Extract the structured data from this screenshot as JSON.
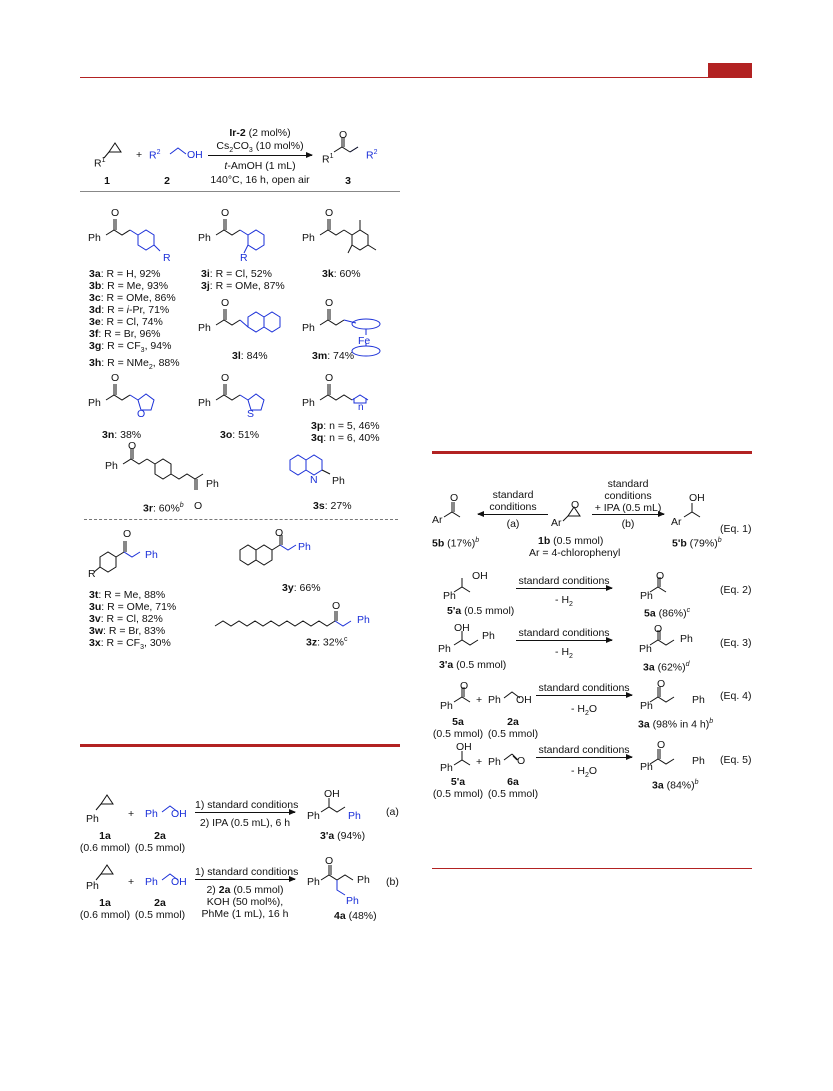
{
  "header": {
    "accent": "#b22222"
  },
  "scheme_top": {
    "reagent_num_1": "1",
    "reagent_num_2": "2",
    "product_num": "3",
    "plus": "+",
    "cond_line1_bold": "Ir-2",
    "cond_line1_rest": " (2 mol%)",
    "cond_line2": "Cs2CO3 (10 mol%)",
    "cond_line3": "t-AmOH (1 mL)",
    "cond_line4": "140°C, 16 h, open air"
  },
  "products_col1": [
    {
      "id": "3a",
      "text": ": R = H, 92%"
    },
    {
      "id": "3b",
      "text": ": R = Me, 93%"
    },
    {
      "id": "3c",
      "text": ": R = OMe, 86%"
    },
    {
      "id": "3d",
      "text": ": R = i-Pr, 71%"
    },
    {
      "id": "3e",
      "text": ": R = Cl, 74%"
    },
    {
      "id": "3f",
      "text": ": R = Br, 96%"
    },
    {
      "id": "3g",
      "text": ": R = CF3, 94%"
    },
    {
      "id": "3h",
      "text": ": R = NMe2, 88%"
    }
  ],
  "products_col2a": [
    {
      "id": "3i",
      "text": ": R = Cl, 52%"
    },
    {
      "id": "3j",
      "text": ": R = OMe, 87%"
    }
  ],
  "labels": {
    "p3k": "3k: 60%",
    "p3l": "3l: 84%",
    "p3m": "3m: 74%",
    "p3n": "3n: 38%",
    "p3o": "3o: 51%",
    "p3p": "3p: n = 5, 46%",
    "p3q": "3q: n = 6, 40%",
    "p3r": "3r: 60%b",
    "p3s": "3s: 27%",
    "p3y": "3y: 66%",
    "p3z": "3z: 32%c"
  },
  "products_col4": [
    {
      "id": "3t",
      "text": ": R = Me, 88%"
    },
    {
      "id": "3u",
      "text": ": R = OMe, 71%"
    },
    {
      "id": "3v",
      "text": ": R = Cl, 82%"
    },
    {
      "id": "3w",
      "text": ": R = Br, 83%"
    },
    {
      "id": "3x",
      "text": ": R = CF3, 30%"
    }
  ],
  "atoms": {
    "Ph": "Ph",
    "O": "O",
    "OH": "OH",
    "R": "R",
    "Fe": "Fe",
    "N": "N",
    "S": "S",
    "n": "n",
    "Ar": "Ar",
    "R1": "R1",
    "R2": "R2"
  },
  "scheme_bottom_left": {
    "a_step1": "1) standard conditions",
    "a_step2": "2) IPA (0.5 mL), 6 h",
    "a_tag": "(a)",
    "a_prod": "3'a (94%)",
    "b_step1": "1) standard conditions",
    "b_step2": "2) 2a (0.5 mmol)",
    "b_step3": "KOH (50 mol%),",
    "b_step4": "PhMe (1 mL), 16 h",
    "b_tag": "(b)",
    "b_prod": "4a (48%)",
    "r1a": "1a",
    "r1a_amt": "(0.6 mmol)",
    "r2a": "2a",
    "r2a_amt": "(0.5 mmol)"
  },
  "scheme_right": {
    "eq1_left_cond1": "standard",
    "eq1_left_cond2": "conditions",
    "eq1_left_tag": "(a)",
    "eq1_right_cond1": "standard",
    "eq1_right_cond2": "conditions",
    "eq1_right_cond3": "+ IPA (0.5 mL)",
    "eq1_right_tag": "(b)",
    "eq1_5b": "5b (17%)b",
    "eq1_1b": "1b (0.5 mmol)",
    "eq1_ar": "Ar = 4-chlorophenyl",
    "eq1_5pb": "5'b (79%)b",
    "eq1": "(Eq. 1)",
    "eq2_cond": "standard conditions",
    "eq2_sub": "- H2",
    "eq2_sm": "5'a (0.5 mmol)",
    "eq2_prod": "5a (86%)c",
    "eq2": "(Eq. 2)",
    "eq3_cond": "standard conditions",
    "eq3_sub": "- H2",
    "eq3_sm": "3'a (0.5 mmol)",
    "eq3_prod": "3a (62%)d",
    "eq3": "(Eq. 3)",
    "eq4_cond": "standard conditions",
    "eq4_sub": "- H2O",
    "eq4_5a": "5a",
    "eq4_2a": "2a",
    "eq4_amt": "(0.5 mmol)",
    "eq4_prod": "3a (98% in 4 h)b",
    "eq4": "(Eq. 4)",
    "eq5_cond": "standard conditions",
    "eq5_sub": "- H2O",
    "eq5_5pa": "5'a",
    "eq5_6a": "6a",
    "eq5_amt": "(0.5 mmol)",
    "eq5_prod": "3a (84%)b",
    "eq5": "(Eq. 5)"
  }
}
